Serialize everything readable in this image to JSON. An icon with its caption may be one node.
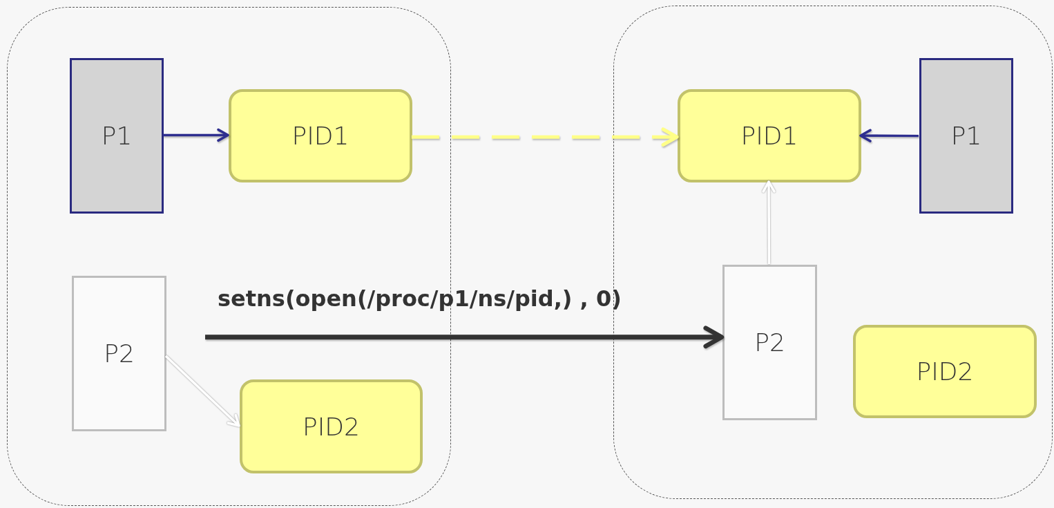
{
  "diagram": {
    "nodes": [
      {
        "text": [],
        "shape": "box"
      },
      {
        "text": [
          "P1"
        ],
        "in": 0
      },
      {
        "text": [
          "PID1"
        ],
        "in": 0
      },
      {
        "text": [
          "P2"
        ],
        "in": 0
      },
      {
        "text": [
          "PID2"
        ],
        "in": 0
      },
      {
        "text": [],
        "shape": "box"
      },
      {
        "text": [
          "PID1"
        ],
        "in": 5
      },
      {
        "text": [
          "P1"
        ],
        "in": 5
      },
      {
        "text": [
          "P2"
        ],
        "in": 5
      },
      {
        "text": [
          "PID2"
        ],
        "in": 5
      }
    ],
    "edges": [
      {
        "from": 1,
        "to": 2,
        "arrow": "to",
        "color": "#2e2e8f"
      },
      {
        "from": 2,
        "to": 6,
        "arrow": "to",
        "style": "dashed",
        "color": "#ffff88"
      },
      {
        "from": 7,
        "to": 6,
        "arrow": "to",
        "color": "#2e2e8f"
      },
      {
        "from": 8,
        "to": 6,
        "arrow": "to",
        "color": "#ffffff"
      },
      {
        "from": 3,
        "to": 4,
        "arrow": "to",
        "color": "#ffffff"
      },
      {
        "from": null,
        "to": 8,
        "arrow": "to",
        "label": "setns(open(/proc/p1/ns/pid,) , 0)",
        "style": "thick",
        "color": "#333333"
      }
    ]
  }
}
